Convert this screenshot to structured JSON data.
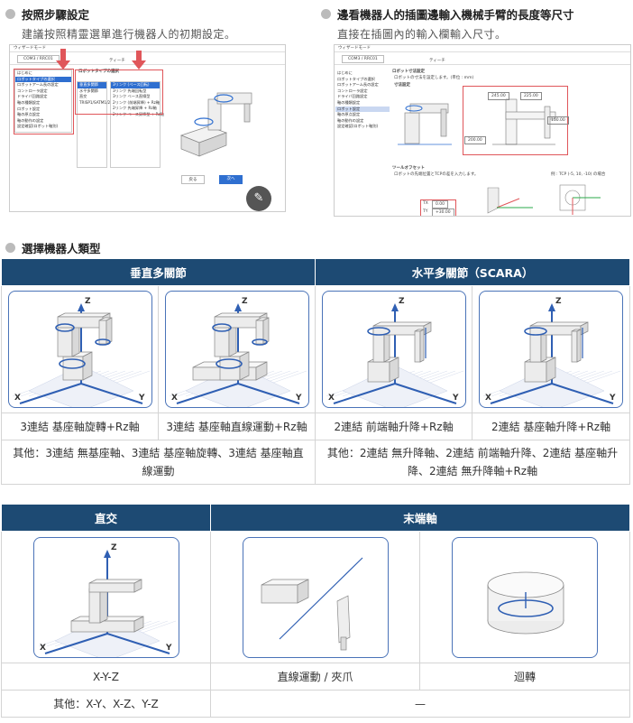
{
  "step1": {
    "title": "按照步驟設定",
    "subtitle": "建議按照精靈選單進行機器人的初期設定。",
    "wizard": {
      "window_title": "ウィザードモード",
      "connection": "COM3 / RRC01",
      "mode_label": "ティーチ",
      "menu": [
        "はじめに",
        "ロボットタイプの選択",
        "ロボットアーム長の設定",
        "コントローラ設定",
        "ドライバ回路設定",
        "軸の種類設定",
        "ロボット設定",
        "軸の原点設定",
        "軸の動作の設定",
        "設定確認(ロボット軸別)"
      ],
      "panel_title": "ロボットタイプの選択",
      "types": [
        "垂直多関節",
        "水平多関節",
        "直交",
        "TRISP1/SATM1/2T"
      ],
      "options": [
        "3リンク (ベース回転)",
        "3リンク 先端回転型",
        "3リンク ベース直線型",
        "2リンク (前端昇降) + Rz軸",
        "2リンク 先端昇降 + Rz軸",
        "2リンク ベース昇降型 + Rz軸"
      ],
      "back_button": "戻る",
      "next_button": "次へ"
    }
  },
  "step2": {
    "title": "邊看機器人的插圖邊輸入機械手臂的長度等尺寸",
    "subtitle": "直接在插圖內的輸入欄輸入尺寸。",
    "wizard": {
      "window_title": "ウィザードモード",
      "connection": "COM3 / RRC01",
      "mode_label": "ティーチ",
      "menu": [
        "はじめに",
        "ロボットタイプの選択",
        "ロボットアーム長の設定",
        "コントローラ設定",
        "ドライバ回路設定",
        "軸の種類設定",
        "ロボット設定",
        "軸の原点設定",
        "軸の動作の設定",
        "設定確認(ロボット軸別)"
      ],
      "panel_title": "ロボット寸法設定",
      "panel_desc": "ロボットの寸法を設定します。(単位 : mm)",
      "section1": "寸法設定",
      "dims": [
        "245.00",
        "225.00",
        "150.00",
        "200.00"
      ],
      "section2": "ツールオフセット",
      "offset_desc": "ロボットの先端位置とTCPの差を入力します。",
      "offset_note": "例 : TCP (-5, 10, -10) の場合",
      "tx_label": "TX",
      "tx_value": "0.00",
      "ty_label": "TY",
      "ty_value": "+30.00"
    }
  },
  "section3": {
    "title": "選擇機器人類型",
    "table1": {
      "headers": [
        "垂直多關節",
        "水平多關節（SCARA）"
      ],
      "captions": [
        "3連結 基座軸旋轉+Rz軸",
        "3連結 基座軸直線運動+Rz軸",
        "2連結 前端軸升降+Rz軸",
        "2連結 基座軸升降+Rz軸"
      ],
      "other_left": "其他：3連結 無基座軸、3連結 基座軸旋轉、3連結 基座軸直線運動",
      "other_right": "其他：2連結 無升降軸、2連結 前端軸升降、2連結 基座軸升降、2連結 無升降軸+Rz軸"
    },
    "table2": {
      "headers": [
        "直交",
        "末端軸"
      ],
      "captions": [
        "X-Y-Z",
        "直線運動 / 夾爪",
        "迴轉"
      ],
      "other_left": "其他：X-Y、X-Z、Y-Z",
      "other_right": "—"
    },
    "axis_labels": {
      "x": "X",
      "y": "Y",
      "z": "Z"
    }
  },
  "colors": {
    "header_bg": "#1d4a73",
    "accent_red": "#e0565a",
    "card_border": "#4a73b8",
    "axis_blue": "#2f5fb3"
  }
}
